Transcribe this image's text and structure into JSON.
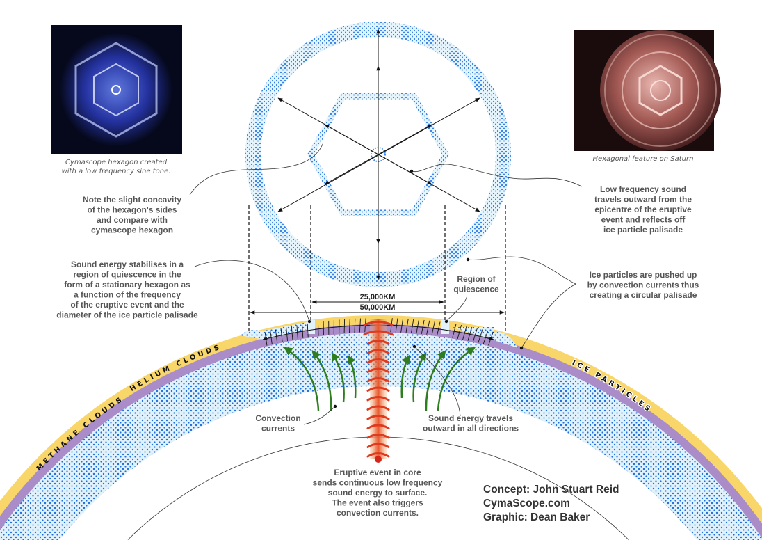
{
  "images": {
    "cymascope": {
      "caption": [
        "Cymascope hexagon created",
        "with a low frequency sine tone."
      ]
    },
    "saturn": {
      "caption": [
        "Hexagonal feature on Saturn"
      ]
    }
  },
  "labels": {
    "concavity": [
      "Note the slight concavity",
      "of the hexagon's sides",
      "and compare with",
      "cymascope hexagon"
    ],
    "stabilises": [
      "Sound energy stabilises in a",
      "region of quiescence in the",
      "form of a stationary hexagon as",
      "a function of the frequency",
      "of the eruptive event and the",
      "diameter of the ice particle palisade"
    ],
    "low_frequency": [
      "Low frequency sound",
      "travels outward from the",
      "epicentre of the eruptive",
      "event and reflects off",
      "ice particle palisade"
    ],
    "quiescence": [
      "Region of",
      "quiescence"
    ],
    "ice_pushed": [
      "Ice particles are pushed up",
      "by convection currents thus",
      "creating a circular palisade"
    ],
    "convection": [
      "Convection",
      "currents"
    ],
    "sound_travels": [
      "Sound energy travels",
      "outward in all directions"
    ],
    "eruptive": [
      "Eruptive event in core",
      "sends continuous low frequency",
      "sound energy to surface.",
      "The event also triggers",
      "convection currents."
    ]
  },
  "dimensions": {
    "inner": "25,000KM",
    "outer": "50,000KM"
  },
  "layers": {
    "helium": "HELIUM CLOUDS",
    "methane": "METHANE CLOUDS",
    "ice": "ICE PARTICLES"
  },
  "credits": [
    "Concept: John Stuart Reid",
    "CymaScope.com",
    "Graphic: Dean Baker"
  ],
  "colors": {
    "helium": "#f8d66a",
    "methane": "#a98cc8",
    "ice_bg": "#e2f2fb",
    "dot": "#1f6fe0",
    "convection": "#2e7d1e",
    "eruption": "#e03a1e"
  }
}
